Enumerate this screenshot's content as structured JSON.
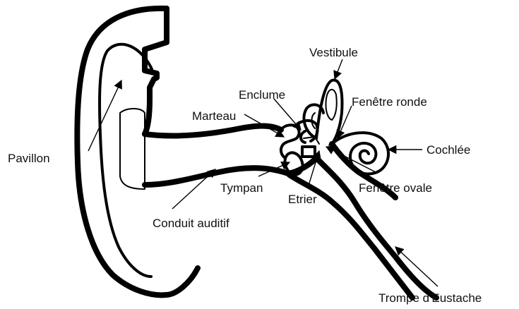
{
  "labels": {
    "pavillon": "Pavillon",
    "conduit_auditif": "Conduit auditif",
    "tympan": "Tympan",
    "marteau": "Marteau",
    "enclume": "Enclume",
    "etrier": "Etrier",
    "vestibule": "Vestibule",
    "fenetre_ronde": "Fenêtre ronde",
    "cochlee": "Cochlée",
    "fenetre_ovale": "Fenêtre ovale",
    "trompe_eustache": "Trompe d'Eustache"
  },
  "colors": {
    "ink": "#000000",
    "label": "#111111",
    "background": "#ffffff",
    "window_fill": "#555555"
  }
}
